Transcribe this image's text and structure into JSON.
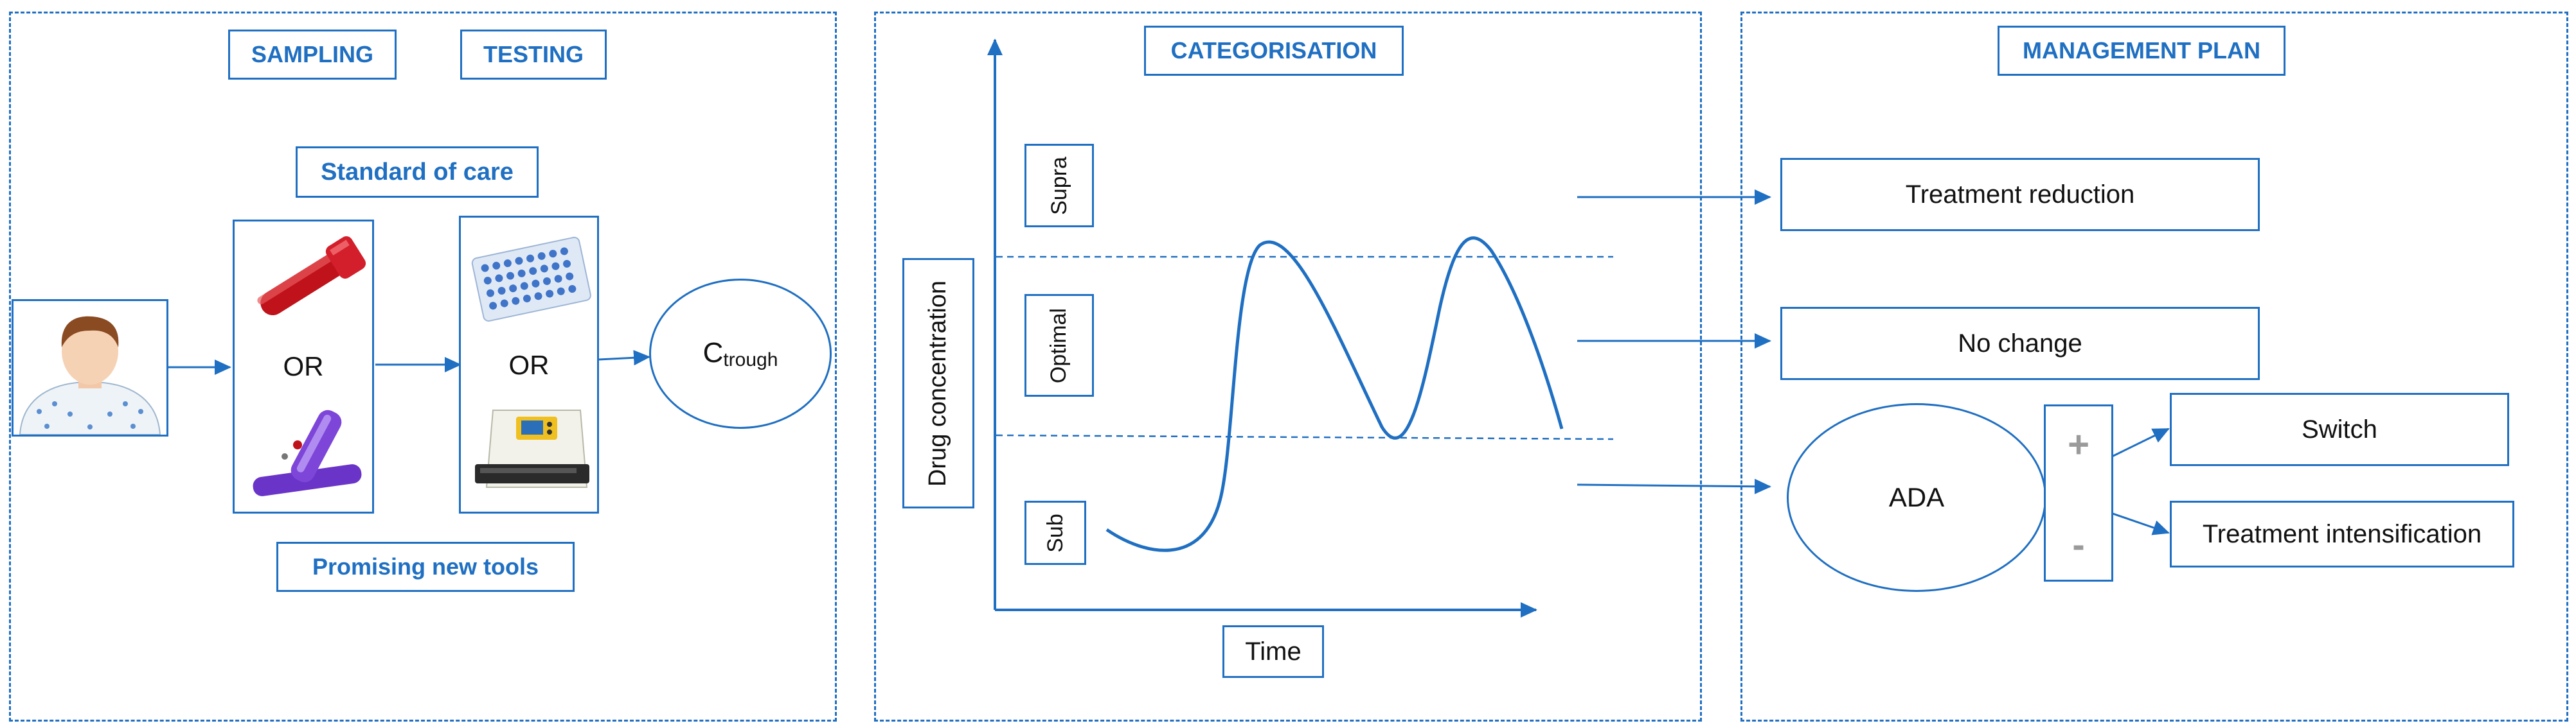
{
  "sampling": {
    "header": "SAMPLING",
    "testing_header": "TESTING",
    "standard_of_care": "Standard of care",
    "or_1": "OR",
    "or_2": "OR",
    "promising_new_tools": "Promising new tools",
    "c_trough": {
      "main": "C",
      "sub": "trough"
    },
    "icons": [
      "patient-icon",
      "blood-tube-icon",
      "finger-prick-device-icon",
      "elisa-plate-icon",
      "analyzer-device-icon"
    ]
  },
  "categorisation": {
    "header": "CATEGORISATION",
    "y_axis_label": "Drug concentration",
    "x_axis_label": "Time",
    "levels": [
      "Supra",
      "Optimal",
      "Sub"
    ]
  },
  "management": {
    "header": "MANAGEMENT PLAN",
    "treatment_reduction": "Treatment reduction",
    "no_change": "No change",
    "ada": "ADA",
    "plus": "+",
    "minus": "-",
    "switch": "Switch",
    "treatment_intensification": "Treatment intensification"
  },
  "colors": {
    "accent": "#1f6fc2"
  }
}
